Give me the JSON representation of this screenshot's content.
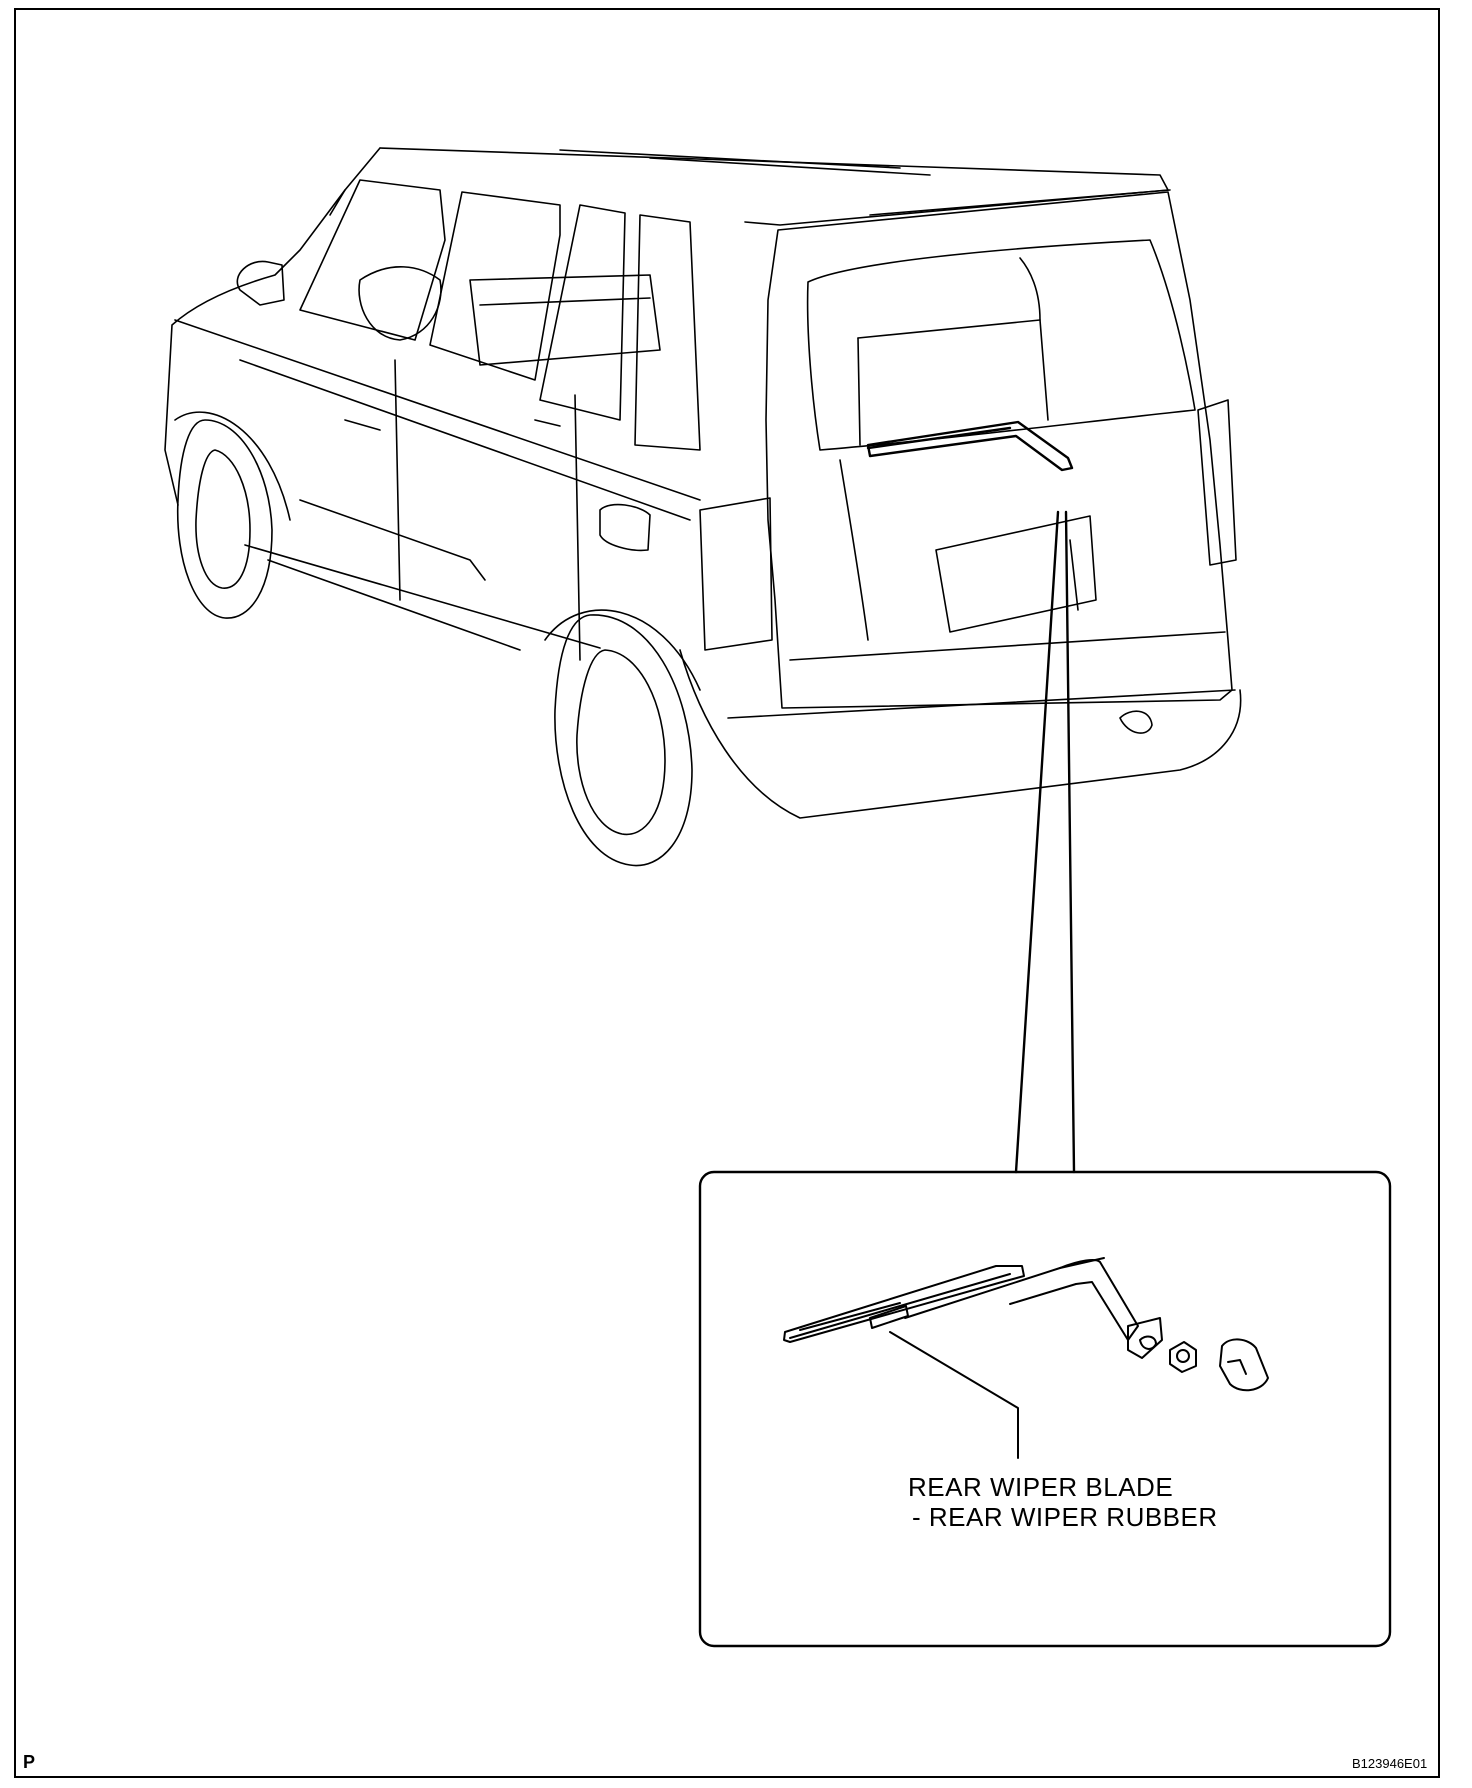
{
  "diagram": {
    "callout": {
      "label_line1": "REAR WIPER BLADE",
      "label_line2": "- REAR WIPER RUBBER"
    },
    "corner_mark": "P",
    "figure_code": "B123946E01"
  }
}
